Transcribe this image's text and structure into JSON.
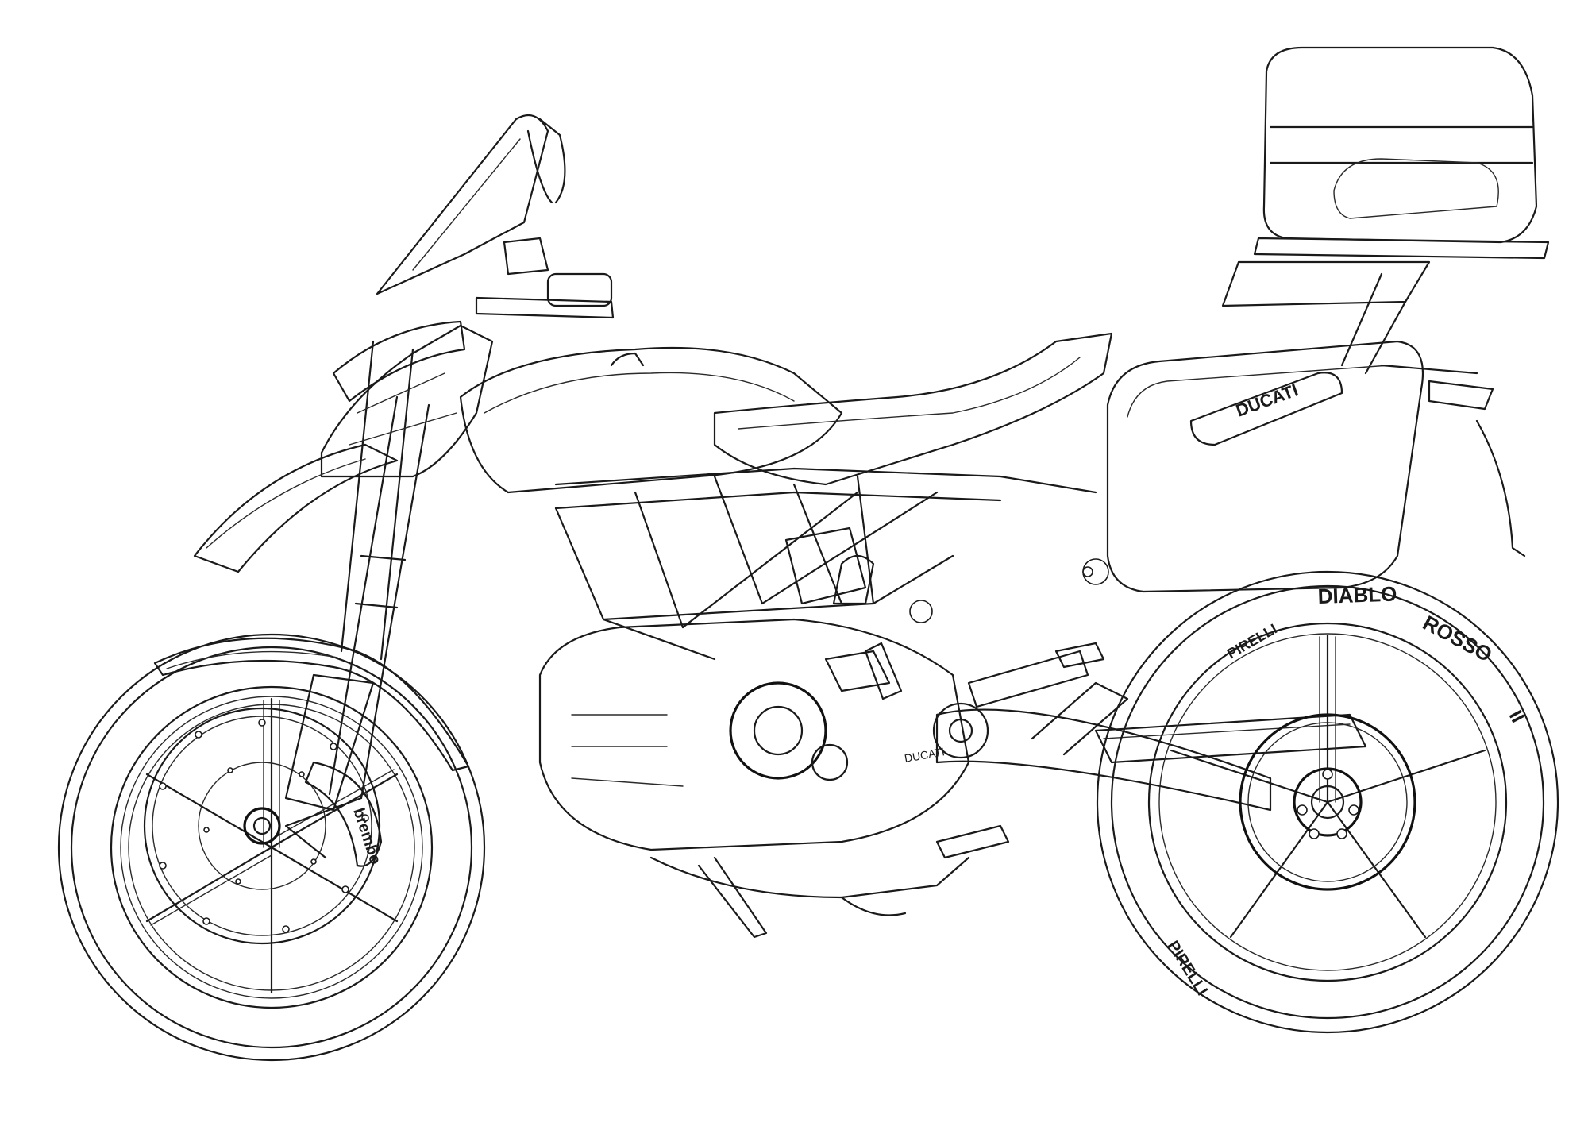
{
  "illustration": {
    "subject": "motorcycle line drawing",
    "background_color": "#ffffff",
    "line_color": "#1a1a1a",
    "printed_text": {
      "brand_case": "DUCATI",
      "brand_engine": "DUCATI",
      "caliper": "brembo",
      "tire_brand_1": "PIRELLI",
      "tire_brand_2": "PIRELLI",
      "tire_model_1": "DIABLO",
      "tire_model_2": "ROSSO",
      "tire_model_3": "II"
    }
  }
}
